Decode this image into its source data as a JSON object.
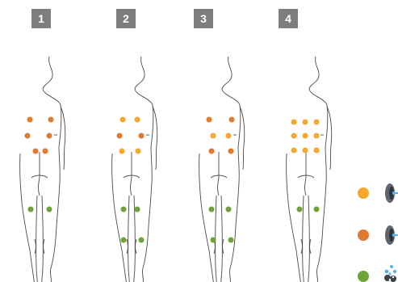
{
  "panels": [
    {
      "label": "1",
      "layout": [
        "o",
        "o",
        "o",
        "o",
        "o",
        "o"
      ]
    },
    {
      "label": "2",
      "layout": [
        "y",
        "y",
        "o",
        "o",
        "y",
        "y"
      ]
    },
    {
      "label": "3",
      "layout": [
        "o",
        "o",
        "y",
        "y",
        "o",
        "o"
      ]
    },
    {
      "label": "4",
      "layout": [
        "y",
        "y",
        "y",
        "y",
        "y",
        "y",
        "y",
        "y",
        "y"
      ]
    }
  ],
  "colors": {
    "badge": "#7d7d7d",
    "orange": "#e07a2e",
    "yellow": "#f5a82d",
    "green": "#6fa33a",
    "outline": "#4a4a4a"
  },
  "legend": [
    {
      "color": "yellow",
      "icon": "electrode-pad-icon"
    },
    {
      "color": "orange",
      "icon": "electrode-pad-icon"
    },
    {
      "color": "green",
      "icon": "water-droplets-icon"
    }
  ]
}
